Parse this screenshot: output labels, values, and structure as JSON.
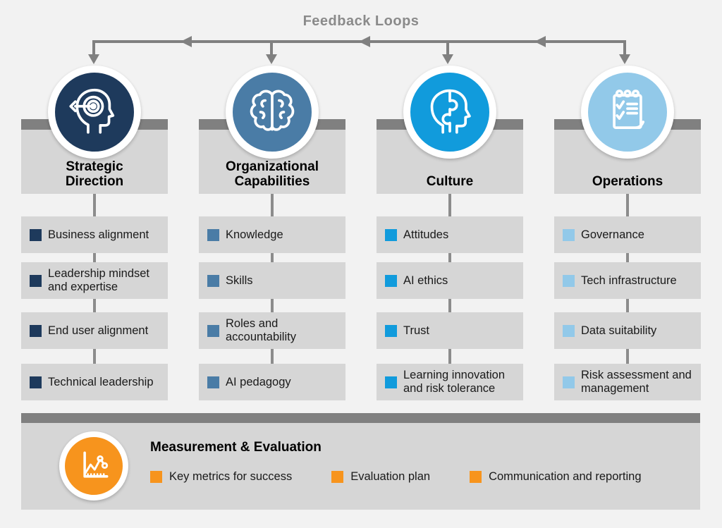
{
  "feedback": {
    "title": "Feedback Loops"
  },
  "colors": {
    "navy": "#1e3a5c",
    "steel_blue": "#4a7ca6",
    "bright_blue": "#119bdc",
    "light_blue": "#92c9e9",
    "orange": "#f7941d",
    "bar_gray": "#808080",
    "box_gray": "#d6d6d6",
    "background": "#f2f2f2"
  },
  "pillars": [
    {
      "title": "Strategic Direction",
      "color": "#1e3a5c",
      "icon": "head-target-icon",
      "items": [
        "Business alignment",
        "Leadership mindset and expertise",
        "End user alignment",
        "Technical leadership"
      ]
    },
    {
      "title": "Organizational Capabilities",
      "color": "#4a7ca6",
      "icon": "brain-icon",
      "items": [
        "Knowledge",
        "Skills",
        "Roles and accountability",
        "AI pedagogy"
      ]
    },
    {
      "title": "Culture",
      "color": "#119bdc",
      "icon": "head-puzzle-icon",
      "items": [
        "Attitudes",
        "AI ethics",
        "Trust",
        "Learning innovation and risk tolerance"
      ]
    },
    {
      "title": "Operations",
      "color": "#92c9e9",
      "icon": "checklist-icon",
      "items": [
        "Governance",
        "Tech infrastructure",
        "Data suitability",
        "Risk assessment and management"
      ]
    }
  ],
  "measurement": {
    "title": "Measurement & Evaluation",
    "color": "#f7941d",
    "icon": "line-chart-icon",
    "items": [
      "Key metrics for success",
      "Evaluation plan",
      "Communication and reporting"
    ]
  }
}
